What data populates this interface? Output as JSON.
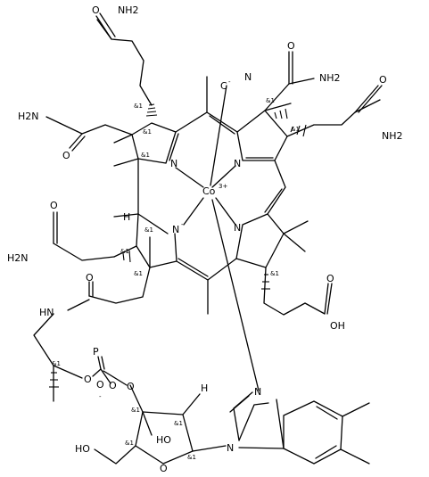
{
  "molecule": {
    "atom_labels": {
      "nh2_top": "NH2",
      "nh2_upper_right": "NH2",
      "nh2_right": "NH2",
      "h2n_left_upper": "H2N",
      "h2n_left_lower": "H2N",
      "o_top": "O",
      "o_upper_right": "O",
      "o_right": "O",
      "o_left_upper": "O",
      "o_left_lower": "O",
      "n_upper_left": "N",
      "n_upper_right": "N",
      "n_lower_left": "N",
      "n_lower_left_charge": "-",
      "n_lower_right": "N",
      "co": "Co",
      "co_charge": "3+",
      "cyano_c": "C",
      "cyano_charge": "-",
      "cyano_n": "N",
      "h_left": "H",
      "hn_amide": "HN",
      "o_amide": "O",
      "o_acid": "O",
      "oh_acid": "OH",
      "p": "P",
      "o_phos_left": "O",
      "o_phos_minus": "O",
      "o_phos_minus_charge": "-",
      "o_phos_double": "O",
      "o_phos_right": "O",
      "ho_sugar": "HO",
      "oh_sugar_left": "HO",
      "o_ring": "O",
      "h_sugar": "H",
      "n_bzim_top": "N",
      "n_bzim_bottom": "N"
    },
    "stereo_mark": "&1"
  }
}
